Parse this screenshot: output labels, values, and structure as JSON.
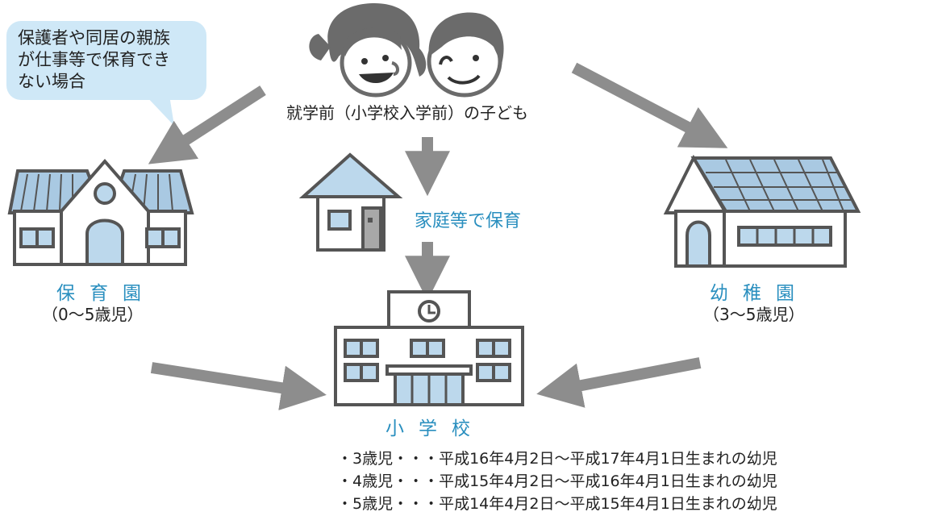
{
  "bubble": {
    "lines": [
      "保護者や同居の親族",
      "が仕事等で保育でき",
      "ない場合"
    ]
  },
  "children": {
    "caption": "就学前（小学校入学前）の子ども"
  },
  "home": {
    "label": "家庭等で保育"
  },
  "nursery": {
    "label": "保育園",
    "age": "（0〜5歳児）"
  },
  "kindergarten": {
    "label": "幼稚園",
    "age": "（3〜5歳児）"
  },
  "school": {
    "label": "小学校"
  },
  "notes": [
    "・3歳児・・・平成16年4月2日〜平成17年4月1日生まれの幼児",
    "・4歳児・・・平成15年4月2日〜平成16年4月1日生まれの幼児",
    "・5歳児・・・平成14年4月2日〜平成15年4月1日生まれの幼児"
  ],
  "colors": {
    "building_blue": "#bcd8ec",
    "roof_blue": "#a9c9e2",
    "outline": "#555555",
    "arrow": "#8d8d8d",
    "label_blue": "#2a8fbf",
    "bubble": "#cfe8f7"
  }
}
